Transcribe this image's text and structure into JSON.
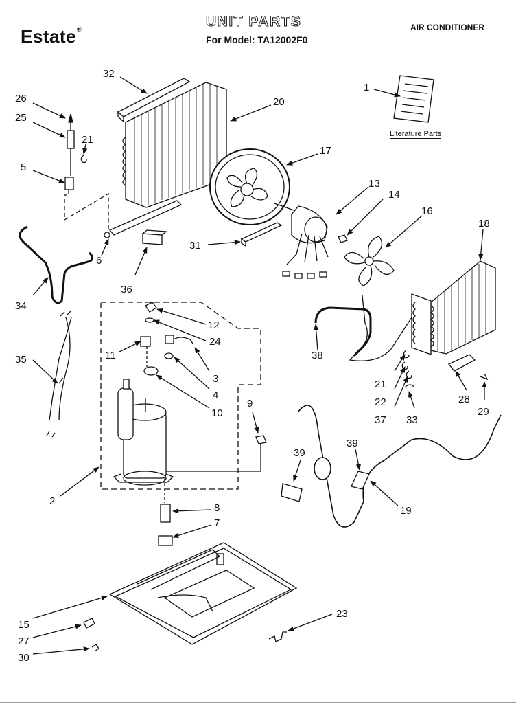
{
  "header": {
    "brand": "Estate",
    "brand_mark": "®",
    "title": "UNIT PARTS",
    "model_prefix": "For Model:",
    "model_number": "TA12002F0",
    "document_type": "AIR CONDITIONER"
  },
  "literature_label": "Literature Parts",
  "callouts": [
    {
      "id": "c1",
      "label": "1"
    },
    {
      "id": "c2",
      "label": "2"
    },
    {
      "id": "c3",
      "label": "3"
    },
    {
      "id": "c4",
      "label": "4"
    },
    {
      "id": "c5",
      "label": "5"
    },
    {
      "id": "c6",
      "label": "6"
    },
    {
      "id": "c7",
      "label": "7"
    },
    {
      "id": "c8",
      "label": "8"
    },
    {
      "id": "c9",
      "label": "9"
    },
    {
      "id": "c10",
      "label": "10"
    },
    {
      "id": "c11",
      "label": "11"
    },
    {
      "id": "c12",
      "label": "12"
    },
    {
      "id": "c13",
      "label": "13"
    },
    {
      "id": "c14",
      "label": "14"
    },
    {
      "id": "c15",
      "label": "15"
    },
    {
      "id": "c16",
      "label": "16"
    },
    {
      "id": "c17",
      "label": "17"
    },
    {
      "id": "c18",
      "label": "18"
    },
    {
      "id": "c19",
      "label": "19"
    },
    {
      "id": "c20",
      "label": "20"
    },
    {
      "id": "c21a",
      "label": "21"
    },
    {
      "id": "c21b",
      "label": "21"
    },
    {
      "id": "c22",
      "label": "22"
    },
    {
      "id": "c23",
      "label": "23"
    },
    {
      "id": "c24",
      "label": "24"
    },
    {
      "id": "c25",
      "label": "25"
    },
    {
      "id": "c26",
      "label": "26"
    },
    {
      "id": "c27",
      "label": "27"
    },
    {
      "id": "c28",
      "label": "28"
    },
    {
      "id": "c29",
      "label": "29"
    },
    {
      "id": "c30",
      "label": "30"
    },
    {
      "id": "c31",
      "label": "31"
    },
    {
      "id": "c32",
      "label": "32"
    },
    {
      "id": "c33",
      "label": "33"
    },
    {
      "id": "c34",
      "label": "34"
    },
    {
      "id": "c35",
      "label": "35"
    },
    {
      "id": "c36",
      "label": "36"
    },
    {
      "id": "c37",
      "label": "37"
    },
    {
      "id": "c38",
      "label": "38"
    },
    {
      "id": "c39a",
      "label": "39"
    },
    {
      "id": "c39b",
      "label": "39"
    }
  ]
}
